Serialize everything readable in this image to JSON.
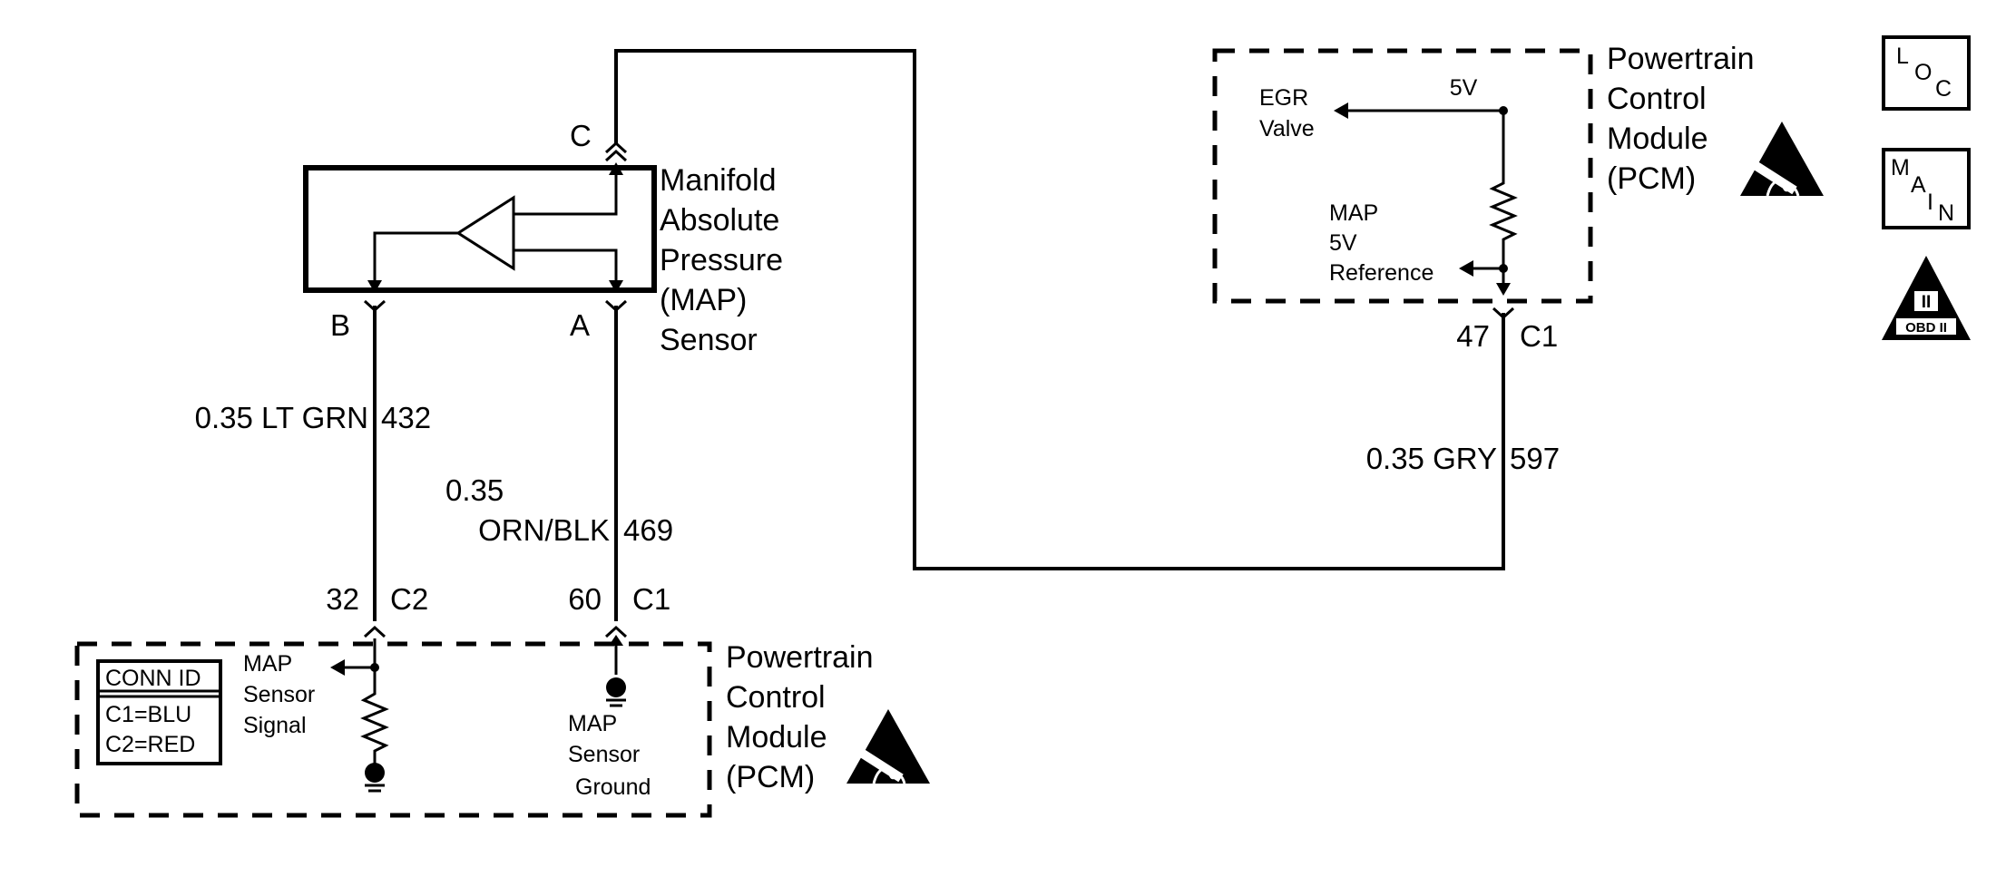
{
  "sensor": {
    "name_lines": [
      "Manifold",
      "Absolute",
      "Pressure",
      "(MAP)",
      "Sensor"
    ],
    "pin_c": "C",
    "pin_b": "B",
    "pin_a": "A"
  },
  "wires": {
    "signal": {
      "gauge": "0.35 LT GRN",
      "circuit": "432"
    },
    "ground": {
      "gauge": "0.35",
      "color": "ORN/BLK",
      "circuit": "469"
    },
    "reference": {
      "gauge": "0.35 GRY",
      "circuit": "597"
    }
  },
  "pcm_bottom": {
    "pin_signal": "32",
    "conn_signal": "C2",
    "pin_ground": "60",
    "conn_ground": "C1",
    "signal_label_lines": [
      "MAP",
      "Sensor",
      "Signal"
    ],
    "ground_label_lines": [
      "MAP",
      "Sensor",
      "Ground"
    ],
    "name_lines": [
      "Powertrain",
      "Control",
      "Module",
      "(PCM)"
    ],
    "conn_id": {
      "title": "CONN ID",
      "rows": [
        "C1=BLU",
        "C2=RED"
      ]
    }
  },
  "pcm_top": {
    "voltage": "5V",
    "egr_lines": [
      "EGR",
      "Valve"
    ],
    "ref_label_lines": [
      "MAP",
      "5V",
      "Reference"
    ],
    "pin": "47",
    "conn": "C1",
    "name_lines": [
      "Powertrain",
      "Control",
      "Module",
      "(PCM)"
    ]
  },
  "legend": {
    "loc": {
      "l": "L",
      "o": "O",
      "c": "C"
    },
    "main": {
      "m": "M",
      "a": "A",
      "i": "I",
      "n": "N"
    },
    "obd": {
      "numeral": "II",
      "label": "OBD II"
    }
  },
  "icons": [
    "esd-sensitive-icon",
    "loc-icon",
    "main-icon",
    "obd-ii-icon",
    "ground-icon"
  ]
}
